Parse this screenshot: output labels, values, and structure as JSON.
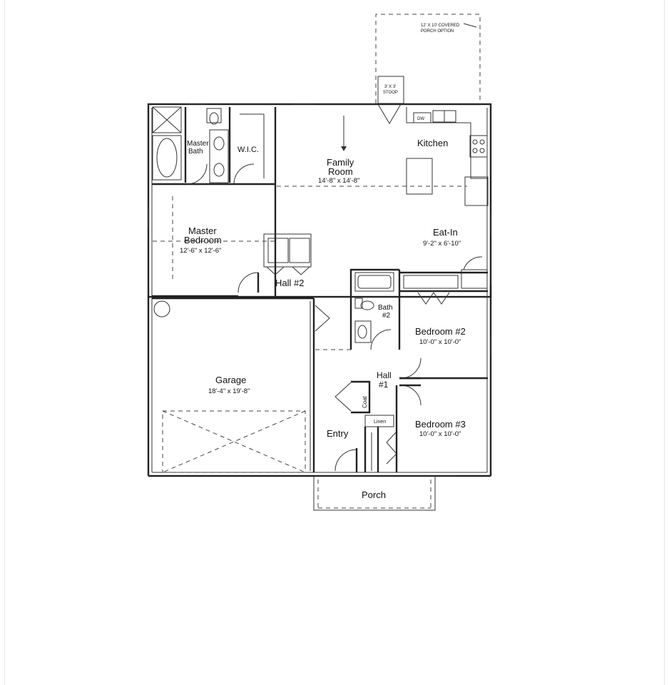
{
  "covered_porch_note": [
    "12' X 10' COVERED",
    "PORCH OPTION"
  ],
  "stoop": [
    "3' X 3'",
    "STOOP"
  ],
  "rooms": {
    "master_bath": [
      "Master",
      "Bath"
    ],
    "wic": "W.I.C.",
    "family_room": [
      "Family",
      "Room"
    ],
    "family_room_dim": "14'-8\" x 14'-8\"",
    "kitchen": "Kitchen",
    "dw": "DW",
    "master_bedroom": [
      "Master",
      "Bedroom"
    ],
    "master_bedroom_dim": "12'-6\" x 12'-6\"",
    "eat_in": "Eat-In",
    "eat_in_dim": "9'-2\" x 6'-10\"",
    "hall2": "Hall #2",
    "bath2": [
      "Bath",
      "#2"
    ],
    "bedroom2": "Bedroom #2",
    "bedroom2_dim": "10'-0\" x 10'-0\"",
    "garage": "Garage",
    "garage_dim": "18'-4\" x 19'-8\"",
    "hall1": [
      "Hall",
      "#1"
    ],
    "coat": "Coat",
    "linen": "Linen",
    "bedroom3": "Bedroom #3",
    "bedroom3_dim": "10'-0\" x 10'-0\"",
    "entry": "Entry",
    "porch": "Porch"
  }
}
